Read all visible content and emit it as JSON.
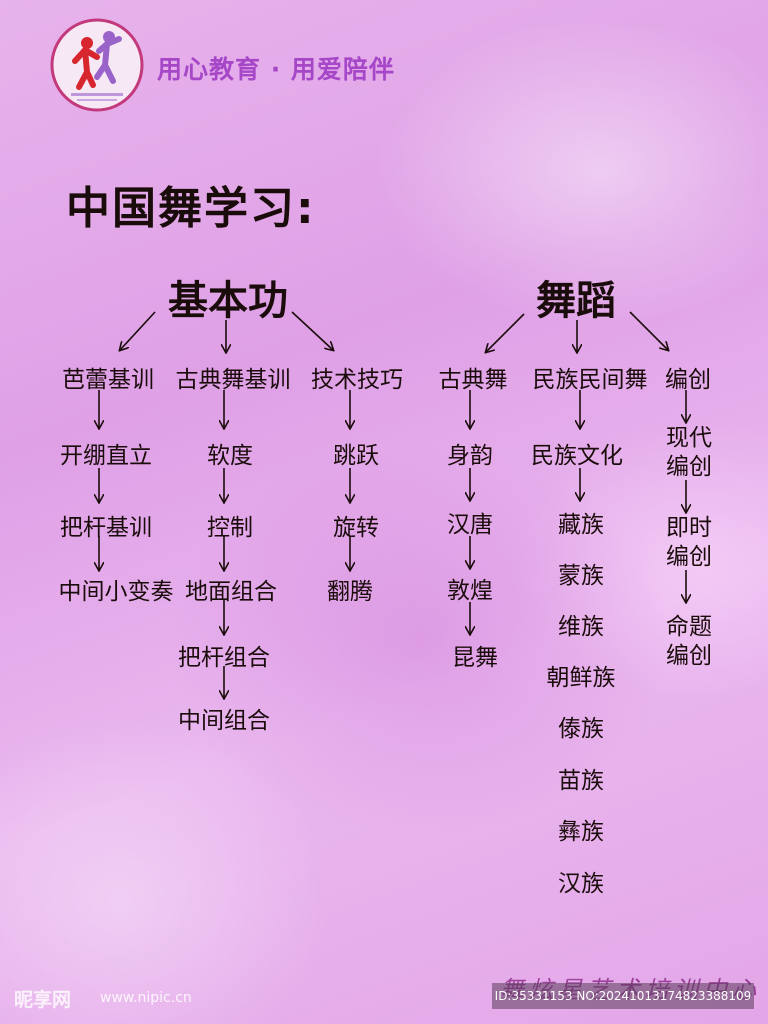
{
  "header": {
    "logo_icon": "dancer-logo-icon",
    "slogan": "用心教育 · 用爱陪伴"
  },
  "title": "中国舞学习:",
  "branches": {
    "basic": {
      "label": "基本功",
      "groups": [
        {
          "label": "芭蕾基训",
          "items": [
            "开绷直立",
            "把杆基训",
            "中间小变奏"
          ]
        },
        {
          "label": "古典舞基训",
          "items": [
            "软度",
            "控制",
            "地面组合",
            "把杆组合",
            "中间组合"
          ]
        },
        {
          "label": "技术技巧",
          "items": [
            "跳跃",
            "旋转",
            "翻腾"
          ]
        }
      ]
    },
    "dance": {
      "label": "舞蹈",
      "groups": [
        {
          "label": "古典舞",
          "items": [
            "身韵",
            "汉唐",
            "敦煌",
            "昆舞"
          ]
        },
        {
          "label": "民族民间舞",
          "items": [
            "民族文化",
            "藏族",
            "蒙族",
            "维族",
            "朝鲜族",
            "傣族",
            "苗族",
            "彝族",
            "汉族"
          ]
        },
        {
          "label": "编创",
          "items": [
            "现代编创",
            "即时编创",
            "命题编创"
          ]
        }
      ]
    }
  },
  "footer": {
    "school_name": "舞炫星艺术培训中心",
    "watermark_site": "昵享网",
    "watermark_url": "www.nipic.cn",
    "id_text": "ID:35331153 NO:20241013174823388109"
  },
  "colors": {
    "text": "#1b0c0c",
    "slogan": "#a647c8",
    "logo_ring": "#c23a7c",
    "logo_red": "#d8262f",
    "logo_purple": "#9a63c9"
  }
}
